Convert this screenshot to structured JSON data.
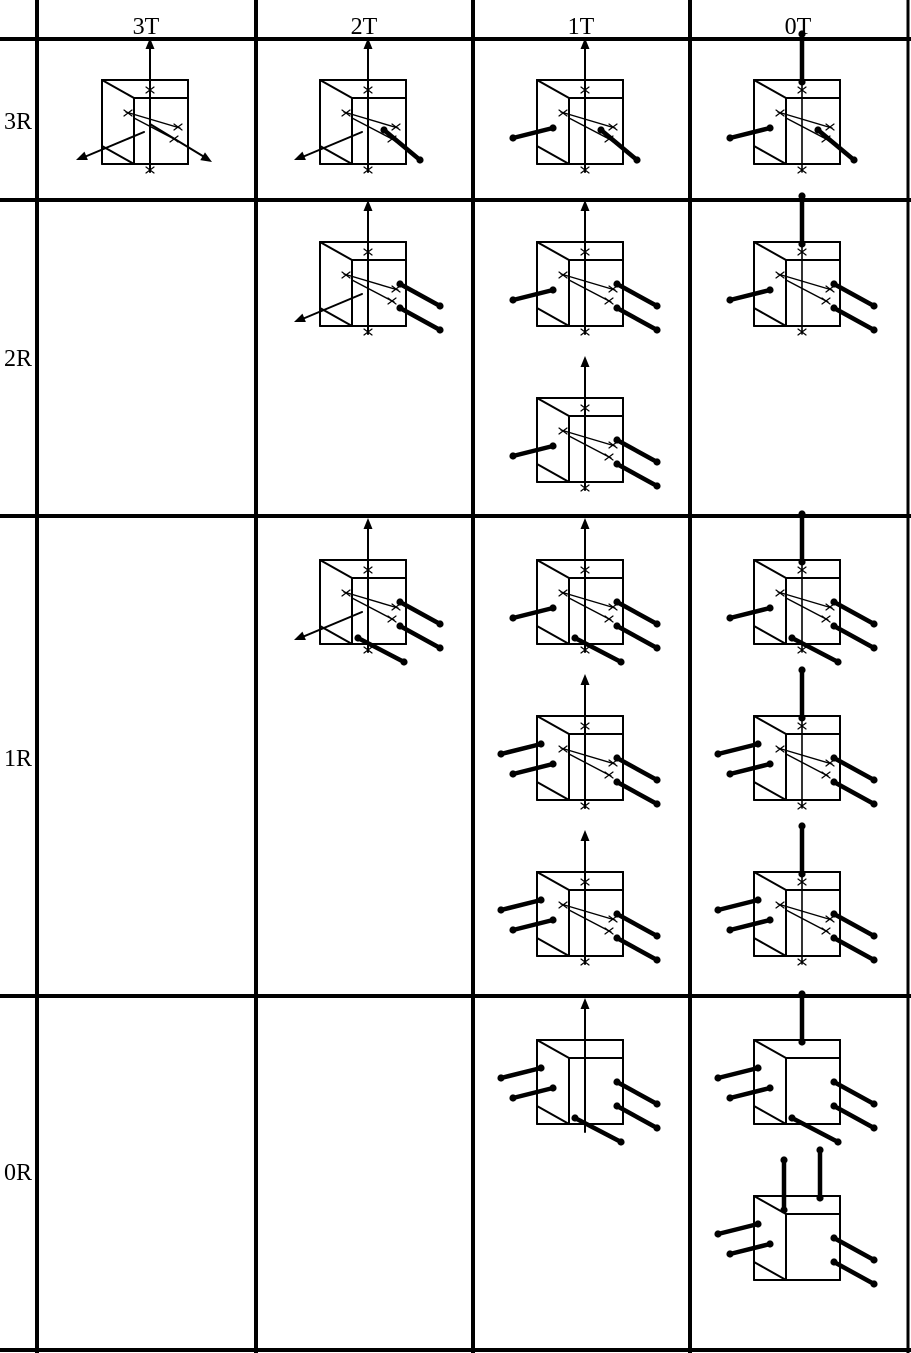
{
  "columns": [
    "3T",
    "2T",
    "1T",
    "0T"
  ],
  "rows": [
    "3R",
    "2R",
    "1R",
    "0R"
  ],
  "cells": {
    "3R": {
      "3T": [
        {
          "arrows": [
            "z",
            "x",
            "y"
          ],
          "pins": [],
          "crosses": true
        }
      ],
      "2T": [
        {
          "arrows": [
            "z",
            "x"
          ],
          "pins": [
            "tr"
          ],
          "crosses": true
        }
      ],
      "1T": [
        {
          "arrows": [
            "z"
          ],
          "pins": [
            "xl",
            "tr"
          ],
          "crosses": true
        }
      ],
      "0T": [
        {
          "arrows": [],
          "pins": [
            "z",
            "xl",
            "tr"
          ],
          "crosses": true
        }
      ]
    },
    "2R": {
      "3T": [],
      "2T": [
        {
          "arrows": [
            "z",
            "x"
          ],
          "pins": [
            "fr",
            "br"
          ],
          "crosses": true
        }
      ],
      "1T": [
        {
          "arrows": [
            "z"
          ],
          "pins": [
            "xl",
            "fr",
            "br"
          ],
          "crosses": true
        },
        {
          "arrows": [
            "z"
          ],
          "pins": [
            "xl",
            "fr",
            "br"
          ],
          "crosses": true
        }
      ],
      "0T": [
        {
          "arrows": [],
          "pins": [
            "z",
            "xl",
            "fr",
            "br"
          ],
          "crosses": true
        }
      ]
    },
    "1R": {
      "3T": [],
      "2T": [
        {
          "arrows": [
            "z",
            "x"
          ],
          "pins": [
            "fr",
            "br",
            "bl"
          ],
          "crosses": true
        }
      ],
      "1T": [
        {
          "arrows": [
            "z"
          ],
          "pins": [
            "xl",
            "fr",
            "br",
            "bl"
          ],
          "crosses": true
        },
        {
          "arrows": [
            "z"
          ],
          "pins": [
            "xl",
            "xl2",
            "fr",
            "br"
          ],
          "crosses": true
        },
        {
          "arrows": [
            "z"
          ],
          "pins": [
            "xl",
            "xl2",
            "fr",
            "br"
          ],
          "crosses": true
        }
      ],
      "0T": [
        {
          "arrows": [],
          "pins": [
            "z",
            "xl",
            "fr",
            "br",
            "bl"
          ],
          "crosses": true
        },
        {
          "arrows": [],
          "pins": [
            "z",
            "xl",
            "xl2",
            "fr",
            "br"
          ],
          "crosses": true
        },
        {
          "arrows": [],
          "pins": [
            "z",
            "xl",
            "xl2",
            "fr",
            "br"
          ],
          "crosses": true
        }
      ]
    },
    "0R": {
      "3T": [],
      "2T": [],
      "1T": [
        {
          "arrows": [
            "z"
          ],
          "pins": [
            "xl",
            "xl2",
            "fr",
            "br",
            "bl"
          ],
          "crosses": false
        }
      ],
      "0T": [
        {
          "arrows": [],
          "pins": [
            "z",
            "xl",
            "xl2",
            "fr",
            "br",
            "bl"
          ],
          "crosses": false
        },
        {
          "arrows": [],
          "pins": [
            "z2",
            "z3",
            "xl",
            "xl2",
            "fr",
            "br"
          ],
          "crosses": false
        }
      ]
    }
  }
}
